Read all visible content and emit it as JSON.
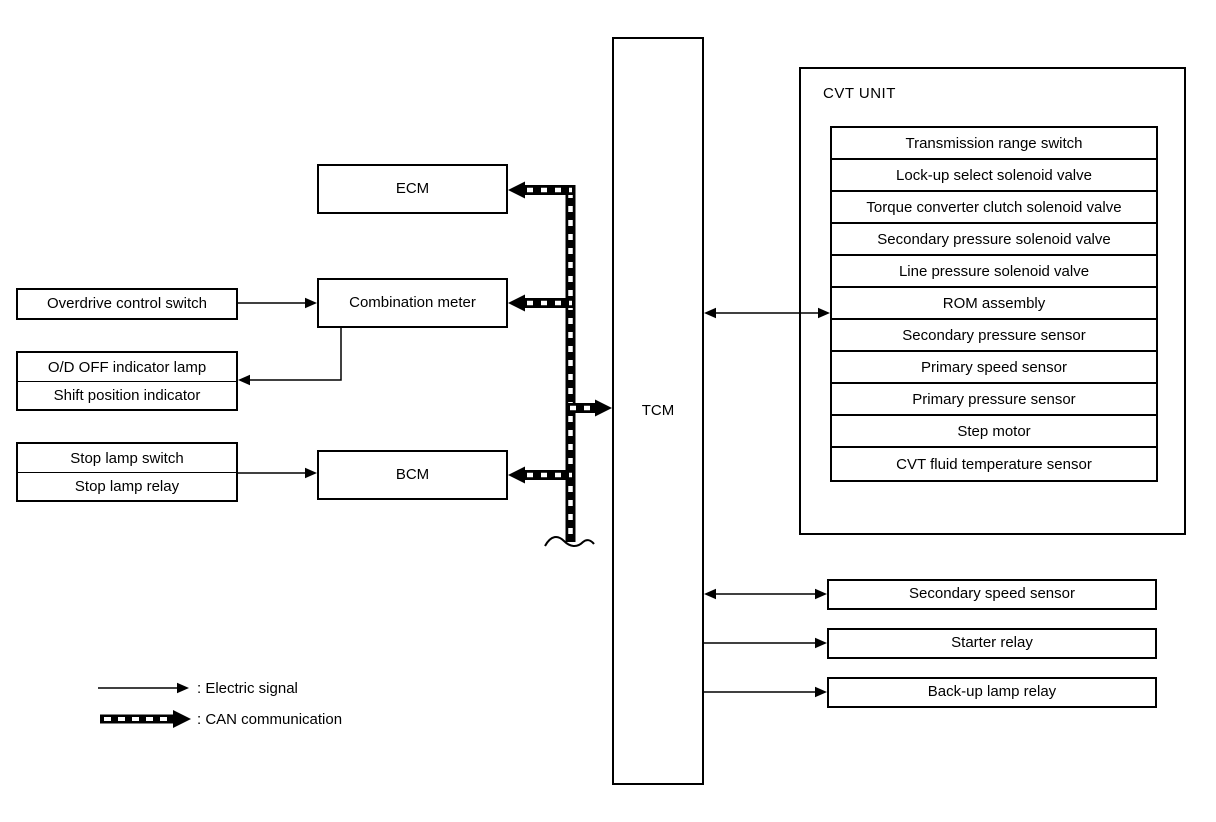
{
  "colors": {
    "ink": "#000000",
    "paper": "#ffffff"
  },
  "boxes": {
    "overdrive_control_switch": {
      "label": "Overdrive control switch"
    },
    "indicator_group": {
      "rows": [
        "O/D OFF indicator lamp",
        "Shift position indicator"
      ]
    },
    "stop_lamp_group": {
      "rows": [
        "Stop lamp switch",
        "Stop lamp relay"
      ]
    },
    "ecm": {
      "label": "ECM"
    },
    "combination_meter": {
      "label": "Combination meter"
    },
    "bcm": {
      "label": "BCM"
    },
    "tcm": {
      "label": "TCM"
    },
    "cvt_unit": {
      "title": "CVT UNIT",
      "components": [
        "Transmission range switch",
        "Lock-up select solenoid valve",
        "Torque converter clutch solenoid valve",
        "Secondary pressure solenoid valve",
        "Line pressure solenoid valve",
        "ROM assembly",
        "Secondary pressure sensor",
        "Primary speed sensor",
        "Primary pressure sensor",
        "Step motor",
        "CVT fluid temperature sensor"
      ]
    },
    "secondary_speed_sensor": {
      "label": "Secondary speed sensor"
    },
    "starter_relay": {
      "label": "Starter relay"
    },
    "backup_lamp_relay": {
      "label": "Back-up lamp relay"
    }
  },
  "legend": {
    "electric_signal": ": Electric signal",
    "can_communication": ": CAN communication"
  },
  "edges": [
    {
      "from": "Overdrive control switch",
      "to": "Combination meter",
      "type": "electric",
      "direction": "one-way"
    },
    {
      "from": "Combination meter",
      "to": "O/D OFF indicator lamp / Shift position indicator",
      "type": "electric",
      "direction": "one-way"
    },
    {
      "from": "Stop lamp switch / Stop lamp relay",
      "to": "BCM",
      "type": "electric",
      "direction": "one-way"
    },
    {
      "from": "CAN bus",
      "to": "ECM",
      "type": "can",
      "direction": "into-ECM"
    },
    {
      "from": "CAN bus",
      "to": "Combination meter",
      "type": "can",
      "direction": "into-Combination meter"
    },
    {
      "from": "CAN bus",
      "to": "BCM",
      "type": "can",
      "direction": "into-BCM"
    },
    {
      "from": "CAN bus",
      "to": "TCM",
      "type": "can",
      "direction": "into-TCM"
    },
    {
      "from": "TCM",
      "to": "CVT UNIT",
      "type": "electric",
      "direction": "two-way"
    },
    {
      "from": "TCM",
      "to": "Secondary speed sensor",
      "type": "electric",
      "direction": "two-way"
    },
    {
      "from": "TCM",
      "to": "Starter relay",
      "type": "electric",
      "direction": "one-way"
    },
    {
      "from": "TCM",
      "to": "Back-up lamp relay",
      "type": "electric",
      "direction": "one-way"
    }
  ]
}
